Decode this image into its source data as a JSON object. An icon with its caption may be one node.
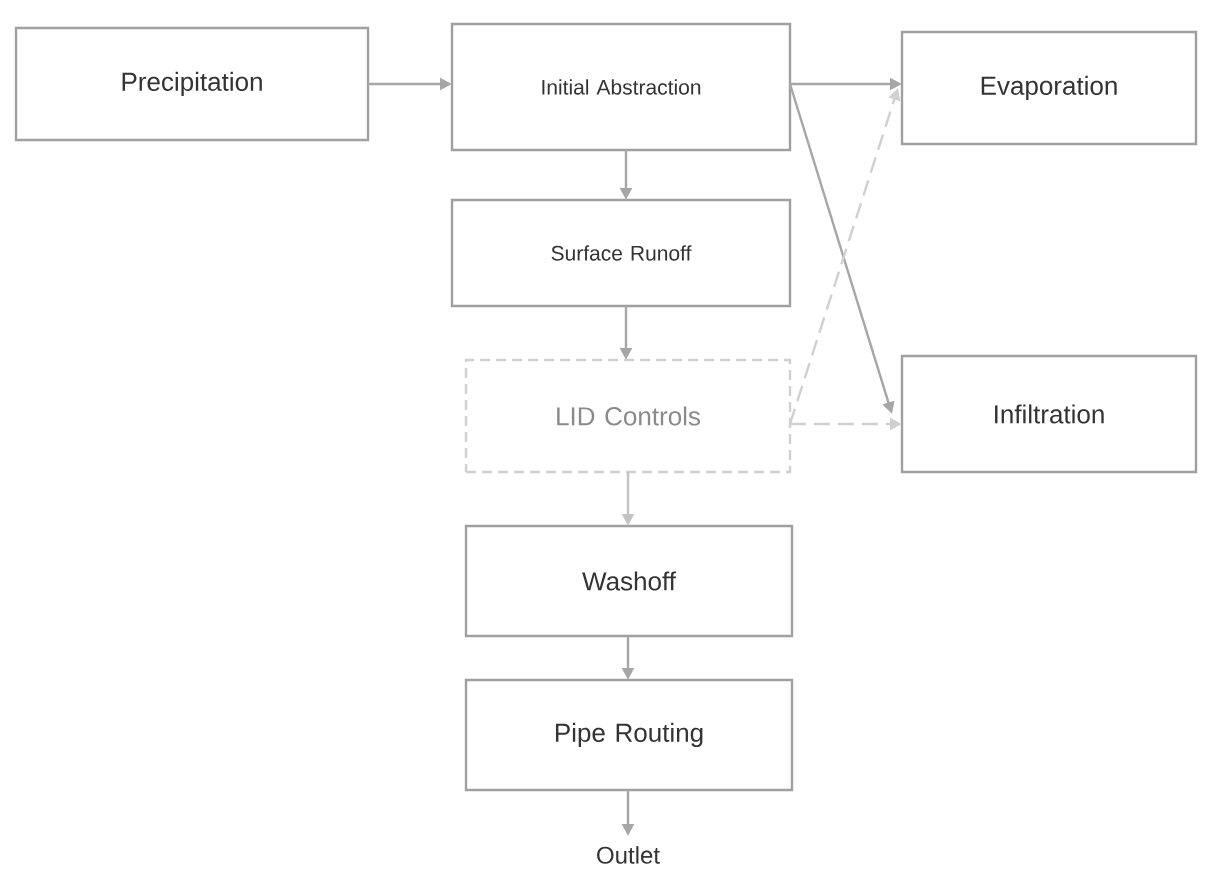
{
  "diagram": {
    "nodes": [
      {
        "text": [
          "Precipitation"
        ]
      },
      {
        "text": [
          "Initial Abstraction"
        ]
      },
      {
        "text": [
          "Evaporation"
        ]
      },
      {
        "text": [
          "Surface Runoff"
        ]
      },
      {
        "text": [
          "LID Controls"
        ]
      },
      {
        "text": [
          "Infiltration"
        ]
      },
      {
        "text": [
          "Washoff"
        ]
      },
      {
        "text": [
          "Pipe Routing"
        ]
      },
      {
        "text": [
          "Outlet"
        ]
      }
    ],
    "edges": [
      {
        "from": 0,
        "to": 1,
        "arrow": "to"
      },
      {
        "from": 1,
        "to": 2,
        "arrow": "to"
      },
      {
        "from": 1,
        "to": 5,
        "arrow": "to"
      },
      {
        "from": 1,
        "to": 3,
        "arrow": "to"
      },
      {
        "from": 3,
        "to": 4,
        "arrow": "to"
      },
      {
        "from": 4,
        "to": 2,
        "arrow": "to",
        "style": "dashed",
        "color": "#d0d0d0"
      },
      {
        "from": 4,
        "to": 5,
        "arrow": "to",
        "style": "dashed",
        "color": "#d0d0d0"
      },
      {
        "from": 4,
        "to": 6,
        "arrow": "to",
        "color": "#c4c4c4"
      },
      {
        "from": 6,
        "to": 7,
        "arrow": "to"
      },
      {
        "from": 7,
        "to": 8,
        "arrow": "to"
      }
    ]
  }
}
